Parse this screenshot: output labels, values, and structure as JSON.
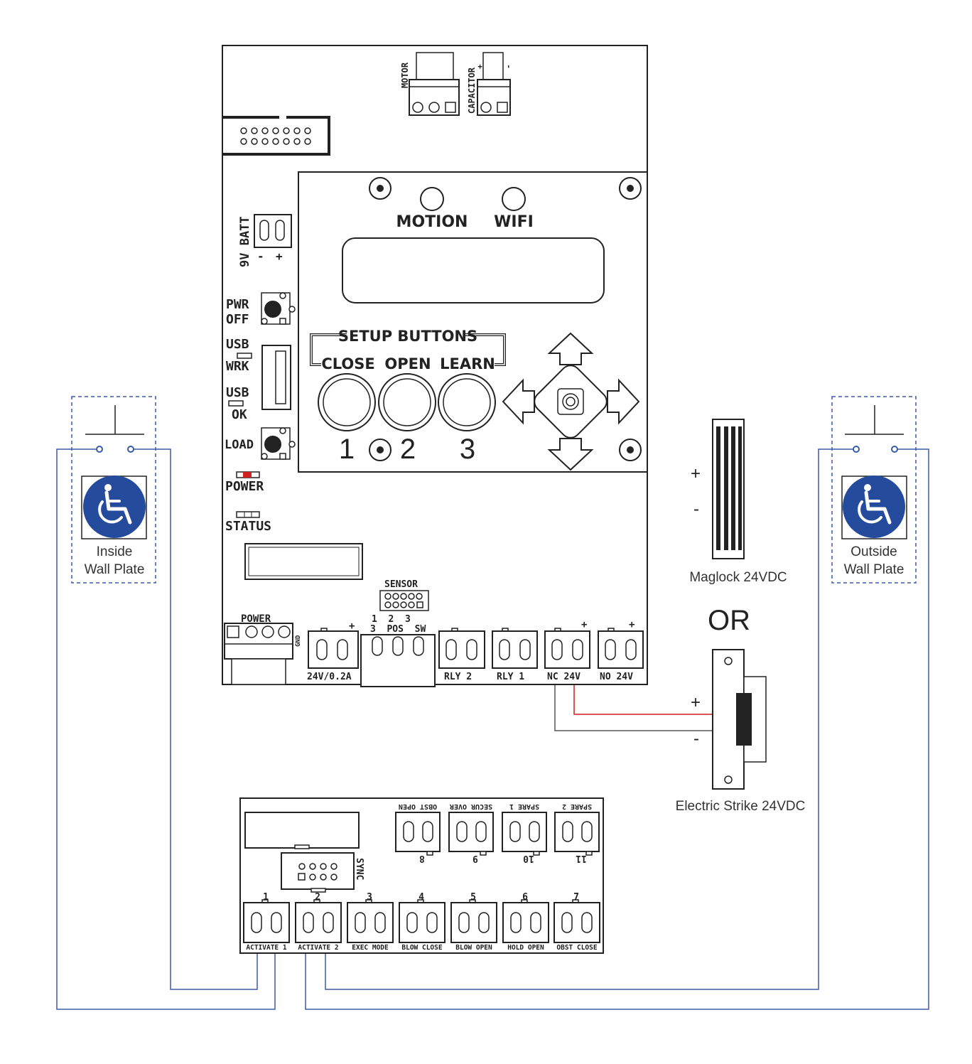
{
  "colors": {
    "wire_blue": "#3a5aa8",
    "wire_red": "#d11f1f",
    "wire_gray": "#555555",
    "accessibility_blue": "#254b9c",
    "led_red": "#d32020",
    "outline": "#222222"
  },
  "main_board": {
    "motor_label": "MOTOR",
    "capacitor_label": "CAPACITOR",
    "cap_plus": "+",
    "cap_minus": "-",
    "batt_label": "9V BATT",
    "batt_minus": "-",
    "batt_plus": "+",
    "pwr_off_line1": "PWR",
    "pwr_off_line2": "OFF",
    "usb_wrk_line1": "USB",
    "usb_wrk_line2": "WRK",
    "usb_ok_line1": "USB",
    "usb_ok_line2": "OK",
    "load_label": "LOAD",
    "power_led_label": "POWER",
    "status_led_label": "STATUS",
    "sensor_label": "SENSOR",
    "power_conn_label": "POWER",
    "gnd_label": "GND",
    "terminals": {
      "t24v_label": "24V/0.2A",
      "t24v_plus": "+",
      "sensor_top": "1  2  3",
      "sensor_bottom": "3  POS  SW",
      "rly2_label": "RLY 2",
      "rly1_label": "RLY 1",
      "nc_label": "NC 24V",
      "nc_plus": "+",
      "no_label": "NO 24V",
      "no_plus": "+"
    }
  },
  "lcd_panel": {
    "motion_label": "MOTION",
    "wifi_label": "WIFI",
    "setup_label": "SETUP BUTTONS",
    "close_label": "CLOSE",
    "open_label": "OPEN",
    "learn_label": "LEARN",
    "num1": "1",
    "num2": "2",
    "num3": "3"
  },
  "expansion_board": {
    "sync_label": "SYNC",
    "top_terminals": [
      {
        "label": "OBST OPEN",
        "number": "8"
      },
      {
        "label": "SECUR OVER",
        "number": "9"
      },
      {
        "label": "SPARE 1",
        "number": "10"
      },
      {
        "label": "SPARE 2",
        "number": "11"
      }
    ],
    "bottom_terminals": [
      {
        "label": "ACTIVATE 1",
        "number": "1"
      },
      {
        "label": "ACTIVATE 2",
        "number": "2"
      },
      {
        "label": "EXEC MODE",
        "number": "3"
      },
      {
        "label": "BLOW CLOSE",
        "number": "4"
      },
      {
        "label": "BLOW OPEN",
        "number": "5"
      },
      {
        "label": "HOLD OPEN",
        "number": "6"
      },
      {
        "label": "OBST CLOSE",
        "number": "7"
      }
    ]
  },
  "inside_plate": {
    "line1": "Inside",
    "line2": "Wall Plate",
    "icon": "wheelchair-icon"
  },
  "outside_plate": {
    "line1": "Outside",
    "line2": "Wall Plate",
    "icon": "wheelchair-icon"
  },
  "maglock": {
    "label": "Maglock 24VDC",
    "plus": "+",
    "minus": "-"
  },
  "or_label": "OR",
  "strike": {
    "label": "Electric Strike 24VDC",
    "plus": "+",
    "minus": "-"
  }
}
